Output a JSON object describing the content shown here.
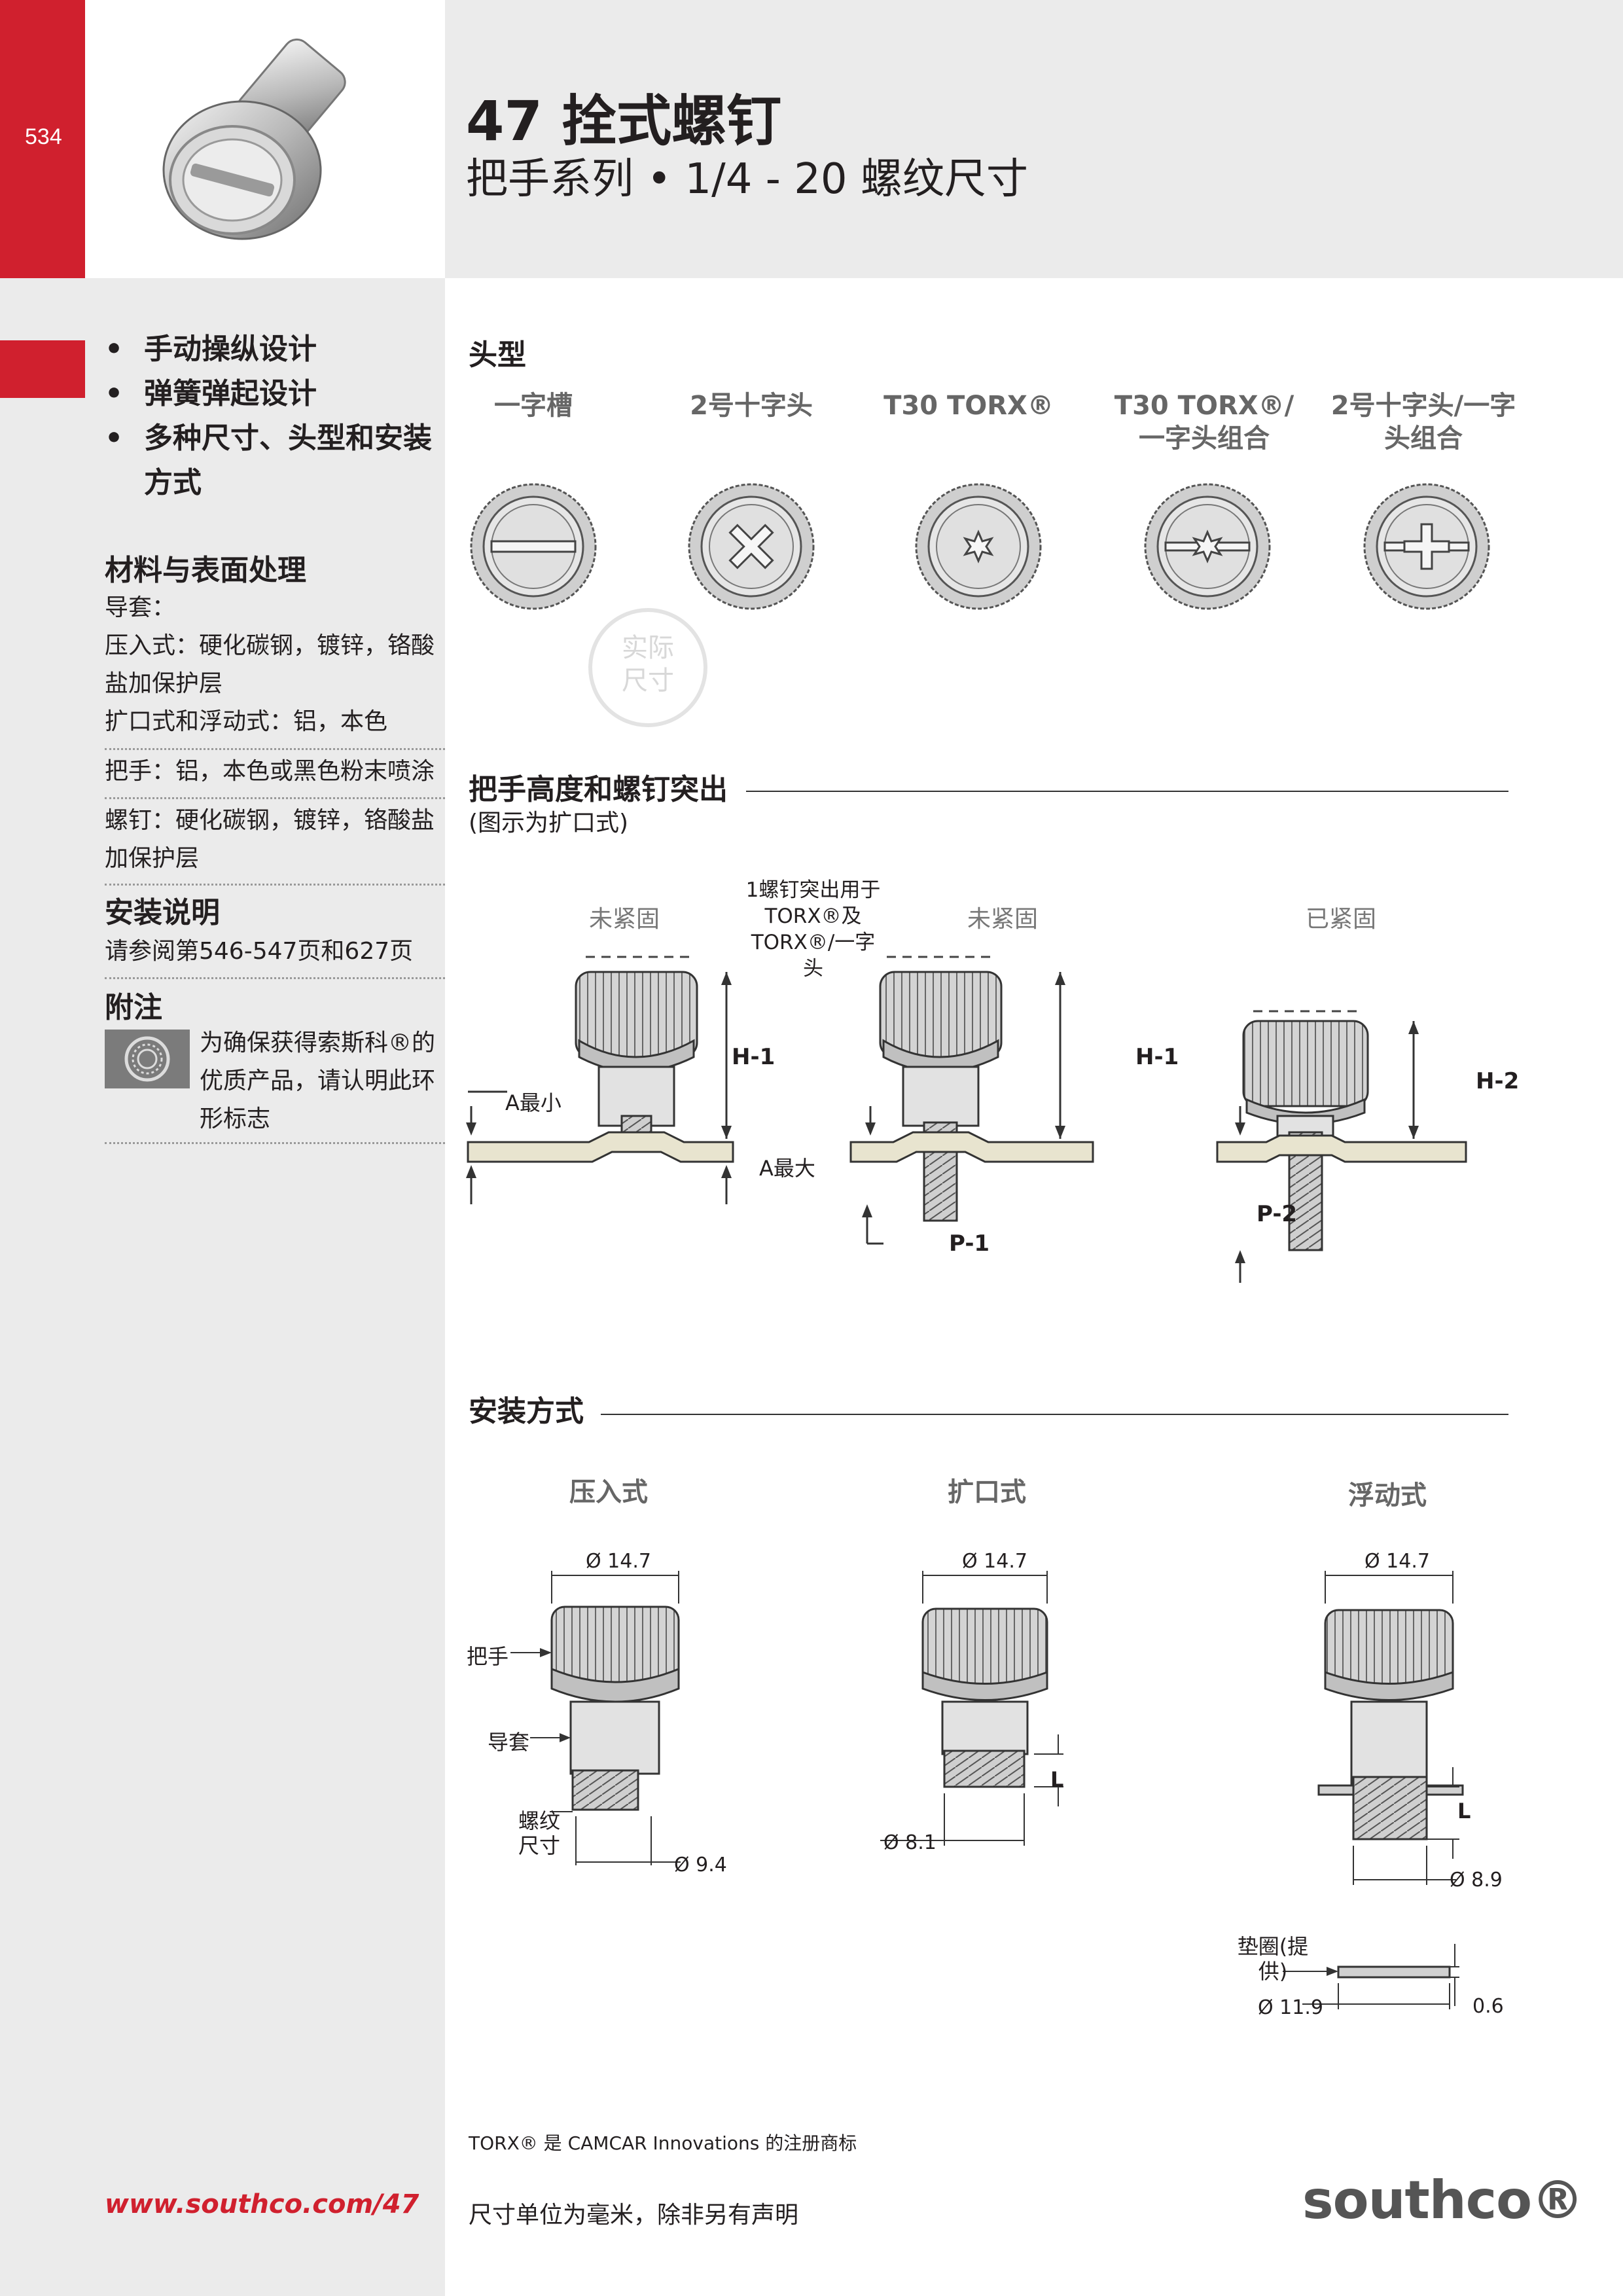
{
  "page_number": "534",
  "title": "47 拴式螺钉",
  "subtitle": "把手系列 • 1/4 - 20 螺纹尺寸",
  "features": [
    "手动操纵设计",
    "弹簧弹起设计",
    "多种尺寸、头型和安装方式"
  ],
  "materials": {
    "title": "材料与表面处理",
    "sleeve_title": "导套：",
    "sleeve_press": "压入式：硬化碳钢，镀锌，铬酸盐加保护层",
    "sleeve_flare": "扩口式和浮动式：铝，本色",
    "knob": "把手：铝，本色或黑色粉末喷涂",
    "screw": "螺钉：硬化碳钢，镀锌，铬酸盐加保护层"
  },
  "install_note": {
    "title": "安装说明",
    "text": "请参阅第546-547页和627页"
  },
  "notes": {
    "title": "附注",
    "text": "为确保获得索斯科®的优质产品，请认明此环形标志"
  },
  "head_types": {
    "title": "头型",
    "items": [
      {
        "label": "一字槽",
        "kind": "slot"
      },
      {
        "label": "2号十字头",
        "kind": "phillips"
      },
      {
        "label": "T30 TORX®",
        "kind": "torx"
      },
      {
        "label": "T30 TORX®/一字头组合",
        "kind": "torx-slot"
      },
      {
        "label": "2号十字头/一字头组合",
        "kind": "phillips-slot"
      }
    ],
    "actual_size": "实际尺寸"
  },
  "height_section": {
    "title": "把手高度和螺钉突出",
    "subtitle": "(图示为扩口式)",
    "state_unfastened": "未紧固",
    "state_fastened": "已紧固",
    "note": "1螺钉突出用于TORX®及TORX®/一字头",
    "a_min": "A最小",
    "a_max": "A最大",
    "h1": "H-1",
    "h2": "H-2",
    "p1": "P-1",
    "p2": "P-2"
  },
  "mount_section": {
    "title": "安装方式",
    "press": "压入式",
    "flare": "扩口式",
    "float": "浮动式",
    "knob_label": "把手",
    "sleeve_label": "导套",
    "thread_label": "螺纹尺寸",
    "d_knob": "Ø 14.7",
    "d_press": "Ø 9.4",
    "d_flare": "Ø 8.1",
    "d_float": "Ø 8.9",
    "l": "L",
    "washer_label": "垫圈(提供)",
    "d_washer": "Ø 11.9",
    "washer_t": "0.6"
  },
  "footnote": "TORX® 是 CAMCAR Innovations 的注册商标",
  "units_note": "尺寸单位为毫米，除非另有声明",
  "url": "www.southco.com/47",
  "logo": "southco®"
}
